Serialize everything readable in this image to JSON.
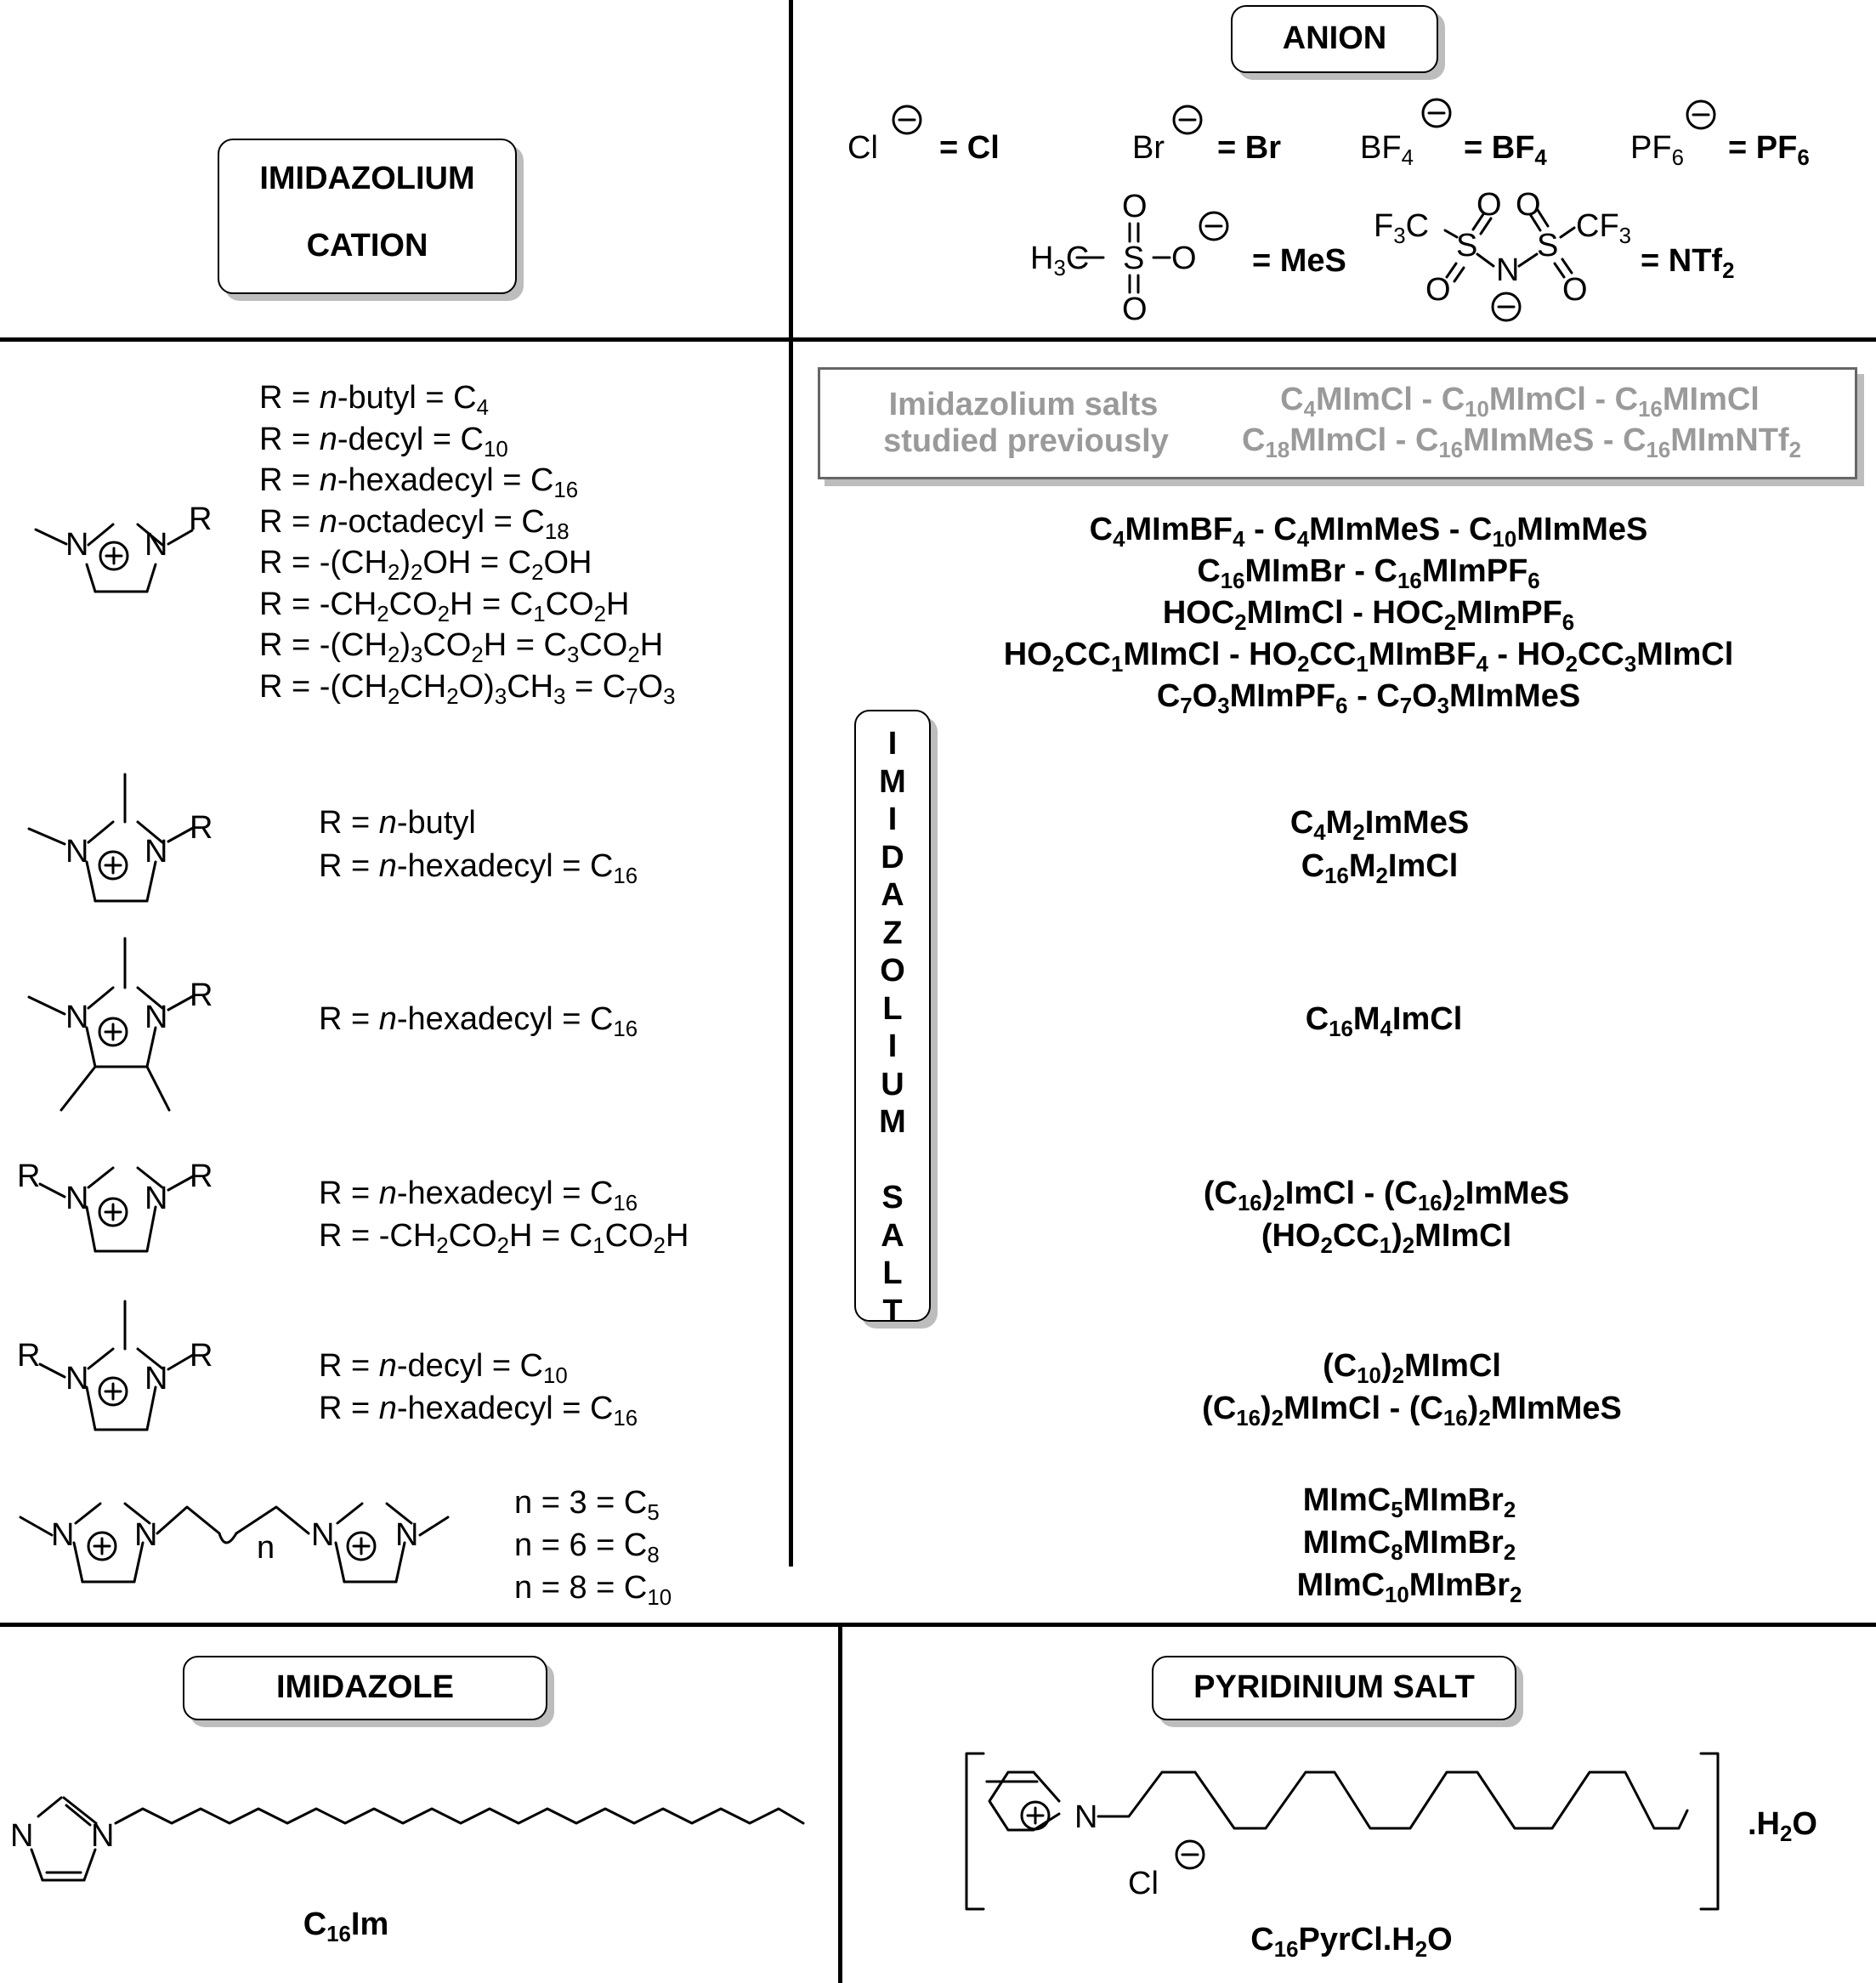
{
  "headers": {
    "cation": [
      "IMIDAZOLIUM",
      "CATION"
    ],
    "anion": "ANION",
    "imidazole": "IMIDAZOLE",
    "pyridinium": "PYRIDINIUM SALT"
  },
  "vertical_label": [
    "I",
    "M",
    "I",
    "D",
    "A",
    "Z",
    "O",
    "L",
    "I",
    "U",
    "M",
    "",
    "S",
    "A",
    "L",
    "T"
  ],
  "anions": {
    "cl": [
      "Cl",
      "= Cl"
    ],
    "br": [
      "Br",
      "= Br"
    ],
    "bf4": [
      "BF4",
      "= BF4"
    ],
    "pf6": [
      "PF6",
      "= PF6"
    ],
    "mes": "= MeS",
    "ntf2": "= NTf2"
  },
  "previous_box": {
    "label": [
      "Imidazolium salts",
      "studied previously"
    ],
    "salts": [
      "C4MImCl - C10MImCl - C16MImCl",
      "C18MImCl - C16MImMeS - C16MImNTf2"
    ]
  },
  "groups": [
    {
      "r_lines": [
        "R = n-butyl = C4",
        "R = n-decyl = C10",
        "R = n-hexadecyl = C16",
        "R = n-octadecyl = C18",
        "R = -(CH2)2OH = C2OH",
        "R = -CH2CO2H = C1CO2H",
        "R = -(CH2)3CO2H = C3CO2H",
        "R = -(CH2CH2O)3CH3 = C7O3"
      ],
      "salts": [
        "C4MImBF4 - C4MImMeS - C10MImMeS",
        "C16MImBr - C16MImPF6",
        "HOC2MImCl - HOC2MImPF6",
        "HO2CC1MImCl - HO2CC1MImBF4 - HO2CC3MImCl",
        "C7O3MImPF6 - C7O3MImMeS"
      ]
    },
    {
      "r_lines": [
        "R = n-butyl",
        "R = n-hexadecyl = C16"
      ],
      "salts": [
        "C4M2ImMeS",
        "C16M2ImCl"
      ]
    },
    {
      "r_lines": [
        "R = n-hexadecyl = C16"
      ],
      "salts": [
        "C16M4ImCl"
      ]
    },
    {
      "r_lines": [
        "R = n-hexadecyl = C16",
        "R = -CH2CO2H = C1CO2H"
      ],
      "salts": [
        "(C16)2ImCl - (C16)2ImMeS",
        "(HO2CC1)2MImCl"
      ]
    },
    {
      "r_lines": [
        "R = n-decyl = C10",
        "R = n-hexadecyl = C16"
      ],
      "salts": [
        "(C10)2MImCl",
        "(C16)2MImCl - (C16)2MImMeS"
      ]
    },
    {
      "r_lines": [
        "n = 3 = C5",
        "n = 6 = C8",
        "n = 8 = C10"
      ],
      "salts": [
        "MImC5MImBr2",
        "MImC8MImBr2",
        "MImC10MImBr2"
      ]
    }
  ],
  "imidazole_compound": "C16Im",
  "pyridinium_compound": "C16PyrCl.H2O",
  "pyridinium_hydrate": ".H2O"
}
